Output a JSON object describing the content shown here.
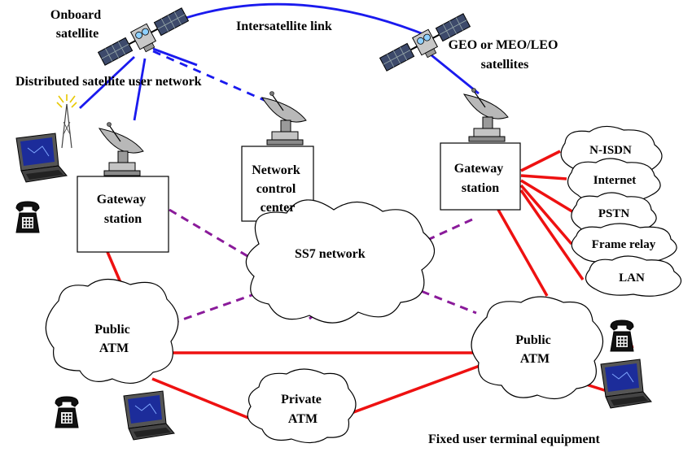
{
  "labels": {
    "onboard_satellite": [
      "Onboard",
      "satellite"
    ],
    "intersatellite_link": "Intersatellite link",
    "geo_meo_leo": [
      "GEO or MEO/LEO",
      "satellites"
    ],
    "distributed_network": "Distributed satellite user network",
    "gateway_station_left": [
      "Gateway",
      "station"
    ],
    "network_control_center": [
      "Network",
      "control",
      "center"
    ],
    "gateway_station_right": [
      "Gateway",
      "station"
    ],
    "ss7_network": "SS7 network",
    "public_atm_left": [
      "Public",
      "ATM"
    ],
    "public_atm_right": [
      "Public",
      "ATM"
    ],
    "private_atm": [
      "Private",
      "ATM"
    ],
    "fixed_user_terminal": "Fixed user terminal equipment"
  },
  "network_clouds": [
    "N-ISDN",
    "Internet",
    "PSTN",
    "Frame relay",
    "LAN"
  ],
  "colors": {
    "wired_link": "#ee1111",
    "satellite_link": "#1a1aee",
    "signaling_link": "#8a1a9a"
  },
  "icons": [
    "satellite-icon",
    "satellite-dish-icon",
    "laptop-icon",
    "telephone-icon",
    "radio-antenna-icon"
  ]
}
